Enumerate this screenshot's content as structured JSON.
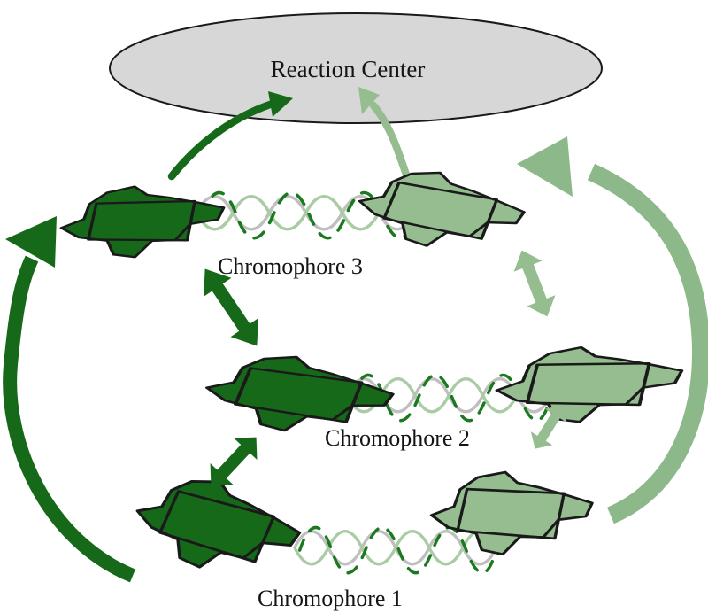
{
  "figure": {
    "reaction_center": {
      "label": "Reaction Center"
    },
    "chromophore_labels": [
      "Chromophore 1",
      "Chromophore 2",
      "Chromophore 3"
    ],
    "colors": {
      "dark_green": "#17691a",
      "light_green": "#95bd90",
      "arc_light_green": "#8db889",
      "reaction_center_fill": "#d7d7d7",
      "outline_black": "#1a1a1a",
      "helix_gray": "#bfbfbf",
      "helix_light_green": "#a9cca4",
      "helix_dark_green": "#1b7a1f",
      "text": "#141414"
    }
  }
}
